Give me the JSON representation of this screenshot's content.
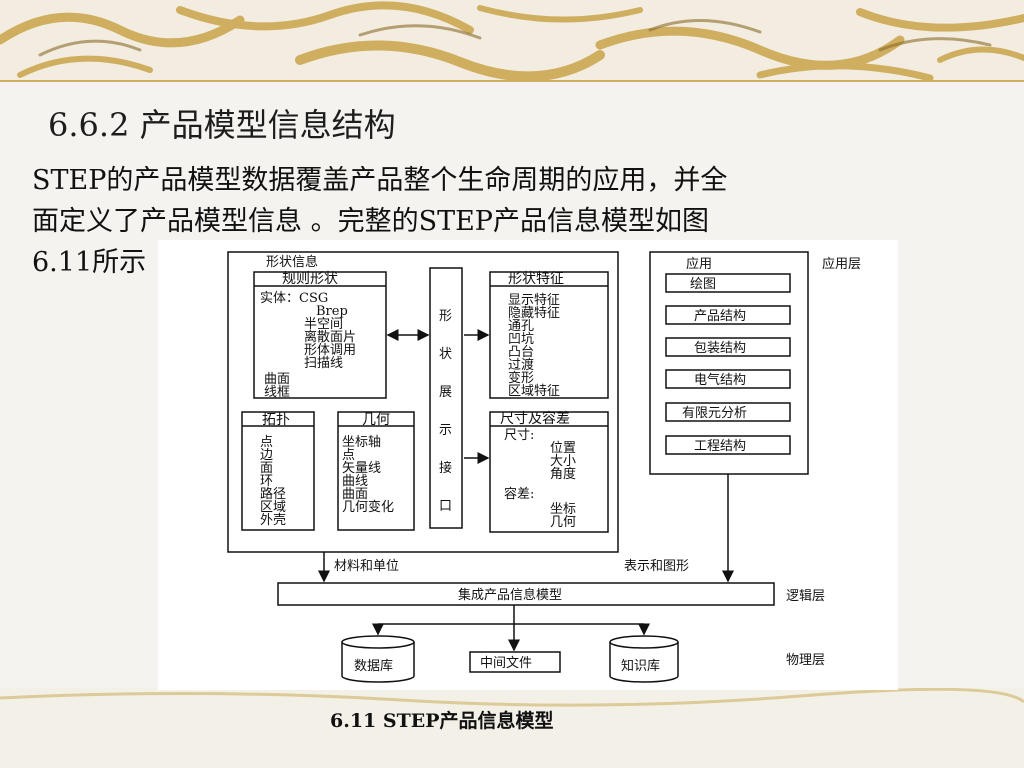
{
  "slide": {
    "title": "6.6.2  产品模型信息结构",
    "body_lines": [
      "STEP的产品模型数据覆盖产品整个生命周期的应用，并全",
      "面定义了产品模型信息 。完整的STEP产品信息模型如图",
      "6.11所示"
    ],
    "caption": "6.11  STEP产品信息模型"
  },
  "diagram": {
    "shape_info": {
      "title": "形状信息",
      "rule_shape": {
        "title": "规则形状",
        "lines": [
          "实体：CSG",
          "Brep",
          "半空间",
          "离散面片",
          "形体调用",
          "扫描线",
          "曲面",
          "线框"
        ]
      },
      "topology": {
        "title": "拓扑",
        "items": [
          "点",
          "边",
          "面",
          "环",
          "路径",
          "区域",
          "外壳"
        ]
      },
      "geometry": {
        "title": "几何",
        "items": [
          "坐标轴",
          "点",
          "矢量线",
          "曲线",
          "曲面",
          "几何变化"
        ]
      },
      "display_interface": [
        "形",
        "状",
        "展",
        "示",
        "接",
        "口"
      ],
      "shape_features": {
        "title": "形状特征",
        "items": [
          "显示特征",
          "隐藏特征",
          "通孔",
          "凹坑",
          "凸台",
          "过渡",
          "变形",
          "区域特征"
        ]
      },
      "dims_tolerance": {
        "title": "尺寸及容差",
        "lines": [
          "尺寸:",
          "位置",
          "大小",
          "角度",
          "容差:",
          "坐标",
          "几何"
        ]
      }
    },
    "application": {
      "title": "应用",
      "items": [
        "绘图",
        "产品结构",
        "包装结构",
        "电气结构",
        "有限元分析",
        "工程结构"
      ]
    },
    "layers": {
      "application": "应用层",
      "logical": "逻辑层",
      "physical": "物理层"
    },
    "links": {
      "materials": "材料和单位",
      "representation": "表示和图形"
    },
    "integrated_model": "集成产品信息模型",
    "physical_items": [
      "数据库",
      "中间文件",
      "知识库"
    ]
  },
  "colors": {
    "banner_gold": "#cfae5f",
    "background": "#f4f3ef",
    "ink": "#111111"
  }
}
